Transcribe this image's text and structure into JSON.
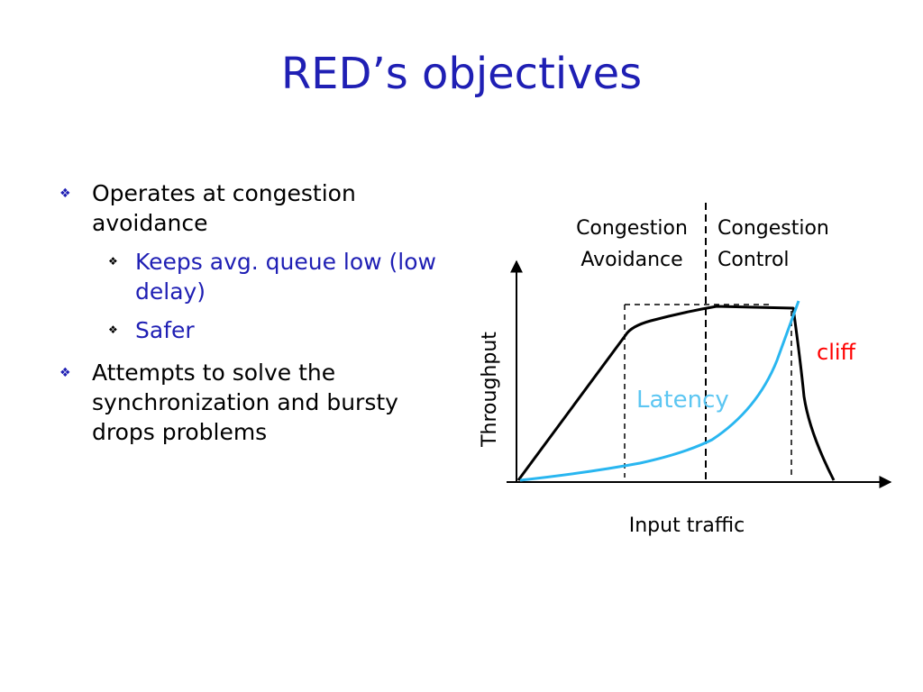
{
  "slide": {
    "title": "RED’s objectives"
  },
  "bullets": [
    {
      "text": "Operates at congestion avoidance",
      "subitems": [
        {
          "text": "Keeps avg. queue low (low delay)"
        },
        {
          "text": "Safer"
        }
      ]
    },
    {
      "text": "Attempts to solve the synchronization and bursty drops problems",
      "subitems": []
    }
  ],
  "bullet_icon": "diamond-bullet-icon",
  "diagram": {
    "regions": {
      "avoidance_line1": "Congestion",
      "avoidance_line2": "Avoidance",
      "control_line1": "Congestion",
      "control_line2": "Control"
    },
    "x_axis_label": "Input traffic",
    "y_axis_label": "Throughput",
    "cliff_label": "cliff",
    "latency_label": "Latency",
    "colors": {
      "title": "#1f1fb4",
      "throughput_curve": "#000000",
      "latency_curve": "#29b6f0",
      "cliff": "#ff0000",
      "latency_text": "#5cc6f2"
    }
  }
}
